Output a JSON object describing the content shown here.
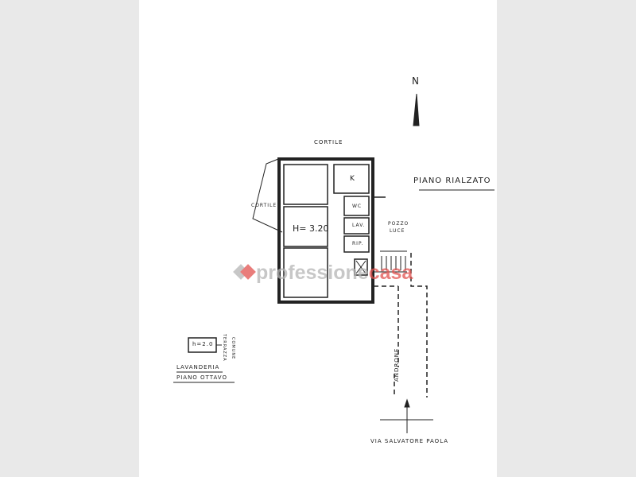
{
  "plan": {
    "north_label": "N",
    "title": "PIANO RIALZATO",
    "labels": {
      "cortile_top": "CORTILE",
      "cortile_left": "CORTILE",
      "kitchen": "K",
      "wc": "WC",
      "lav": "LAV.",
      "rip": "RIP.",
      "height": "H= 3.20",
      "pozzo_luce": "POZZO",
      "luce": "LUCE",
      "androne": "ANDRONE",
      "street": "VIA SALVATORE PAOLA"
    },
    "secondary": {
      "box_label": "h=2.0",
      "terrazza": "TERRAZZA",
      "comune": "COMUNE",
      "room": "LAVANDERIA",
      "floor": "PIANO OTTAVO"
    }
  },
  "watermark": {
    "part1": "professione",
    "part2": "casa",
    "color_primary": "#e2524f",
    "color_secondary": "#b5b5b5"
  }
}
